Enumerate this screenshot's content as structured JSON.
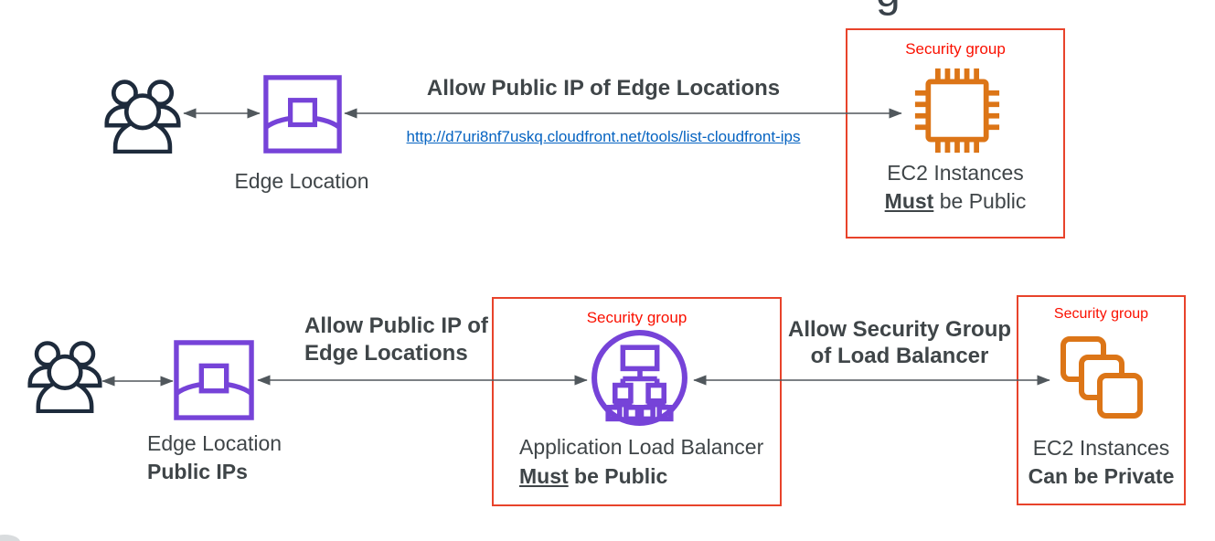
{
  "colors": {
    "purple": "#7643D8",
    "orange": "#DC7517",
    "red_border": "#E8432B",
    "red_text": "#FA1000",
    "dark_text": "#3F4548",
    "icon_navy": "#1E2B3C",
    "link_blue": "#0563C1",
    "arrow_gray": "#50575C"
  },
  "cutoff_text": "g",
  "icons": {
    "users": "users-icon",
    "edge_location": "cloudfront-edge-location-icon",
    "ec2_instance": "ec2-instance-chip-icon",
    "alb": "application-load-balancer-icon",
    "ec2_instances_stack": "ec2-instances-stack-icon"
  },
  "top_flow": {
    "edge_location_label": "Edge Location",
    "rule_title": "Allow Public IP of Edge Locations",
    "link_url": "http://d7uri8nf7uskq.cloudfront.net/tools/list-cloudfront-ips",
    "security_group": {
      "label": "Security group",
      "node_line1": "EC2 Instances",
      "node_line2_emphasis": "Must",
      "node_line2_rest": " be Public"
    }
  },
  "bottom_flow": {
    "edge_location_label": "Edge Location",
    "edge_location_sublabel": "Public IPs",
    "rule_left_line1": "Allow Public IP of",
    "rule_left_line2": "Edge Locations",
    "alb_security_group": {
      "label": "Security group",
      "node_line1": "Application Load Balancer",
      "node_line2_emphasis": "Must",
      "node_line2_rest": " be Public"
    },
    "rule_right_line1": "Allow Security Group",
    "rule_right_line2": "of Load Balancer",
    "ec2_security_group": {
      "label": "Security group",
      "node_line1": "EC2 Instances",
      "node_line2": "Can be Private"
    }
  }
}
